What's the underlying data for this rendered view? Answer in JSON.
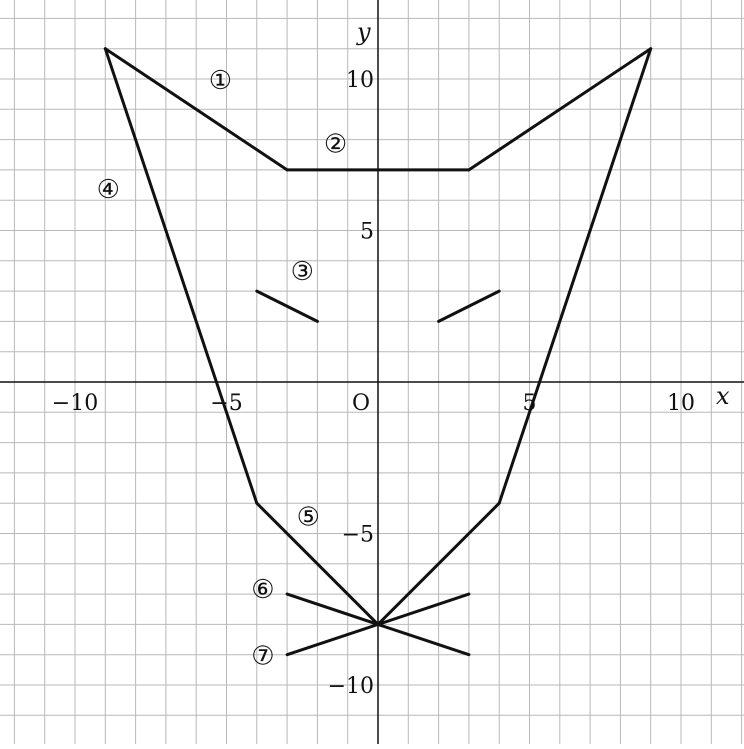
{
  "axes": {
    "x_name": "x",
    "y_name": "y",
    "origin": "O",
    "xlim": [
      -12,
      12
    ],
    "ylim": [
      -12,
      12
    ],
    "grid": true
  },
  "ticks": {
    "x": [
      {
        "value": -10,
        "label": "−10"
      },
      {
        "value": -5,
        "label": "−5"
      },
      {
        "value": 5,
        "label": "5"
      },
      {
        "value": 10,
        "label": "10"
      }
    ],
    "y": [
      {
        "value": 10,
        "label": "10"
      },
      {
        "value": 5,
        "label": "5"
      },
      {
        "value": -5,
        "label": "−5"
      },
      {
        "value": -10,
        "label": "−10"
      }
    ]
  },
  "segments": [
    {
      "label": "①",
      "points": [
        [
          -9,
          11
        ],
        [
          -3,
          7
        ]
      ]
    },
    {
      "label": "①",
      "points": [
        [
          3,
          7
        ],
        [
          9,
          11
        ]
      ]
    },
    {
      "label": "②",
      "points": [
        [
          -3,
          7
        ],
        [
          3,
          7
        ]
      ]
    },
    {
      "label": "③",
      "points": [
        [
          -4,
          3
        ],
        [
          -2,
          2
        ]
      ]
    },
    {
      "label": "③",
      "points": [
        [
          2,
          2
        ],
        [
          4,
          3
        ]
      ]
    },
    {
      "label": "④",
      "points": [
        [
          -9,
          11
        ],
        [
          -4,
          -4
        ]
      ]
    },
    {
      "label": "④",
      "points": [
        [
          4,
          -4
        ],
        [
          9,
          11
        ]
      ]
    },
    {
      "label": "⑤",
      "points": [
        [
          -4,
          -4
        ],
        [
          0,
          -8
        ]
      ]
    },
    {
      "label": "⑤",
      "points": [
        [
          0,
          -8
        ],
        [
          4,
          -4
        ]
      ]
    },
    {
      "label": "⑥",
      "points": [
        [
          -3,
          -7
        ],
        [
          3,
          -9
        ]
      ]
    },
    {
      "label": "⑦",
      "points": [
        [
          -3,
          -9
        ],
        [
          3,
          -7
        ]
      ]
    }
  ],
  "labels": [
    {
      "text": "①",
      "at": [
        -5.2,
        9.9
      ]
    },
    {
      "text": "②",
      "at": [
        -1.4,
        7.8
      ]
    },
    {
      "text": "③",
      "at": [
        -2.5,
        3.6
      ]
    },
    {
      "text": "④",
      "at": [
        -8.9,
        6.3
      ]
    },
    {
      "text": "⑤",
      "at": [
        -2.3,
        -4.5
      ]
    },
    {
      "text": "⑥",
      "at": [
        -3.8,
        -6.9
      ]
    },
    {
      "text": "⑦",
      "at": [
        -3.8,
        -9.1
      ]
    }
  ]
}
